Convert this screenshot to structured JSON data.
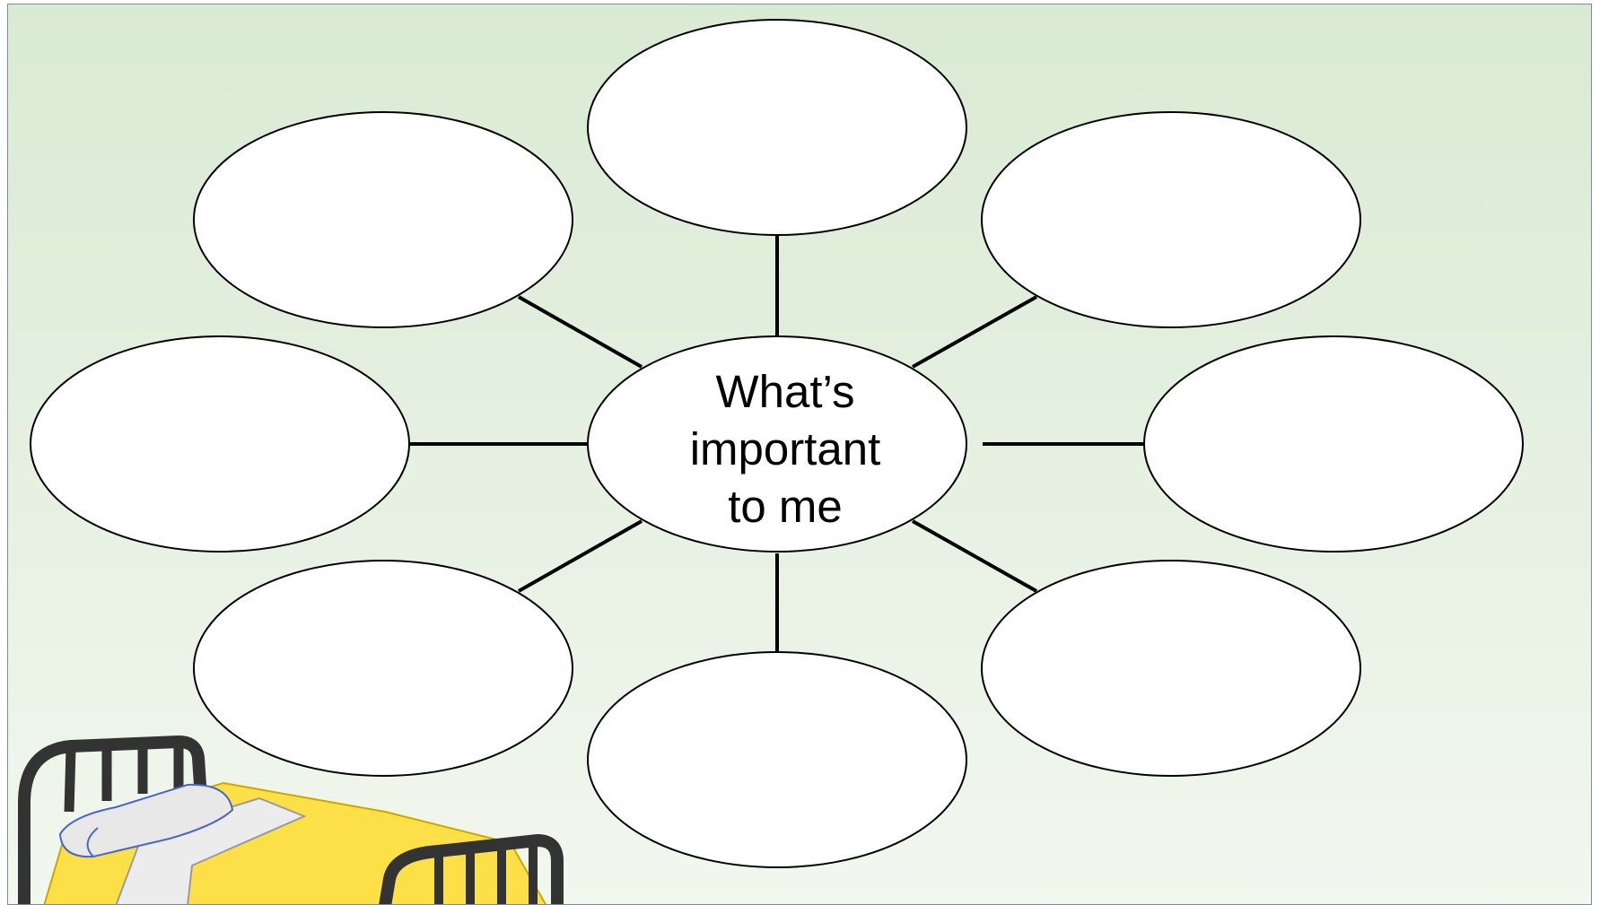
{
  "center_node": {
    "line1": "What’s",
    "line2": "important",
    "line3": "to me"
  },
  "outer_nodes": [
    {
      "label": ""
    },
    {
      "label": ""
    },
    {
      "label": ""
    },
    {
      "label": ""
    },
    {
      "label": ""
    },
    {
      "label": ""
    },
    {
      "label": ""
    },
    {
      "label": ""
    }
  ],
  "colors": {
    "background_top": "#d9ead3",
    "background_bottom": "#f2f7ef",
    "bubble_fill": "#ffffff",
    "bubble_stroke": "#000000",
    "bed_frame": "#333333",
    "bed_blanket": "#fde047",
    "bed_pillow": "#e8e8e8"
  },
  "illustration": {
    "name": "bed-illustration"
  }
}
